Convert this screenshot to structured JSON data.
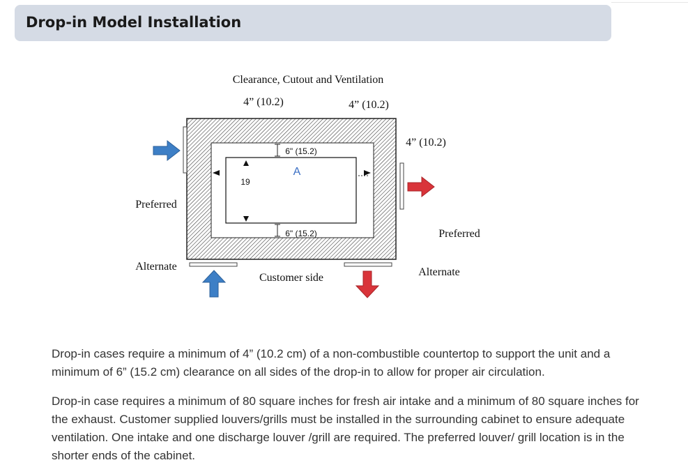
{
  "header": {
    "title": "Drop-in Model Installation"
  },
  "diagram": {
    "title": "Clearance, Cutout and Ventilation",
    "clearance_left_top": "4” (10.2)",
    "clearance_right_top": "4” (10.2)",
    "clearance_right_side": "4” (10.2)",
    "inner_top": "6\" (15.2)",
    "inner_bottom": "6\" (15.2)",
    "cutout_label": "A",
    "cutout_height": "19",
    "left_preferred": "Preferred",
    "left_alternate": "Alternate",
    "right_preferred": "Preferred",
    "right_alternate": "Alternate",
    "customer_side": "Customer side",
    "colors": {
      "intake_arrow": "#3d7fc6",
      "exhaust_arrow": "#d9343a"
    }
  },
  "paragraphs": [
    "Drop-in cases require a minimum of 4” (10.2 cm) of a non-combustible countertop to support the unit and a minimum of 6” (15.2 cm) clearance on all sides of the drop-in to allow for proper air circulation.",
    "Drop-in case requires a minimum of 80 square inches for fresh air intake and a minimum of 80 square inches for the exhaust. Customer supplied louvers/grills must be installed in the surrounding cabinet to ensure adequate ventilation. One intake and one discharge louver /grill are required. The preferred louver/ grill location is in the shorter ends of the cabinet."
  ]
}
